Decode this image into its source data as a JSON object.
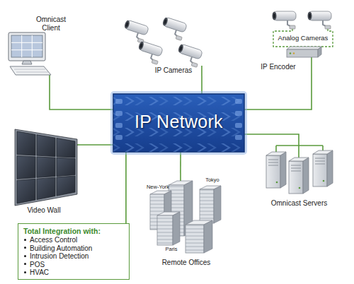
{
  "diagram": {
    "nodes": [
      {
        "text": [
          "Omnicast Client"
        ]
      },
      {
        "text": [
          "IP Cameras"
        ]
      },
      {
        "text": [
          "Analog Cameras"
        ]
      },
      {
        "text": [
          "IP Encoder"
        ]
      },
      {
        "text": [
          "IP Network"
        ]
      },
      {
        "text": [
          "Video Wall"
        ]
      },
      {
        "text": [
          "Omnicast Servers"
        ]
      },
      {
        "text": [
          "New-York",
          "Tokyo",
          "Paris",
          "Remote Offices"
        ]
      },
      {
        "text": [
          "Total Integration with:",
          "Access Control",
          "Building Automation",
          "Intrusion Detection",
          "POS",
          "HVAC"
        ]
      }
    ],
    "edges": [
      {
        "from": 0,
        "to": 4,
        "arrow": "none"
      },
      {
        "from": 1,
        "to": 4,
        "arrow": "none"
      },
      {
        "from": 2,
        "to": 3,
        "arrow": "none"
      },
      {
        "from": 3,
        "to": 4,
        "arrow": "none"
      },
      {
        "from": 5,
        "to": 4,
        "arrow": "none"
      },
      {
        "from": 6,
        "to": 4,
        "arrow": "none"
      },
      {
        "from": 7,
        "to": 4,
        "arrow": "none"
      },
      {
        "from": 8,
        "to": 4,
        "arrow": "none"
      }
    ]
  }
}
